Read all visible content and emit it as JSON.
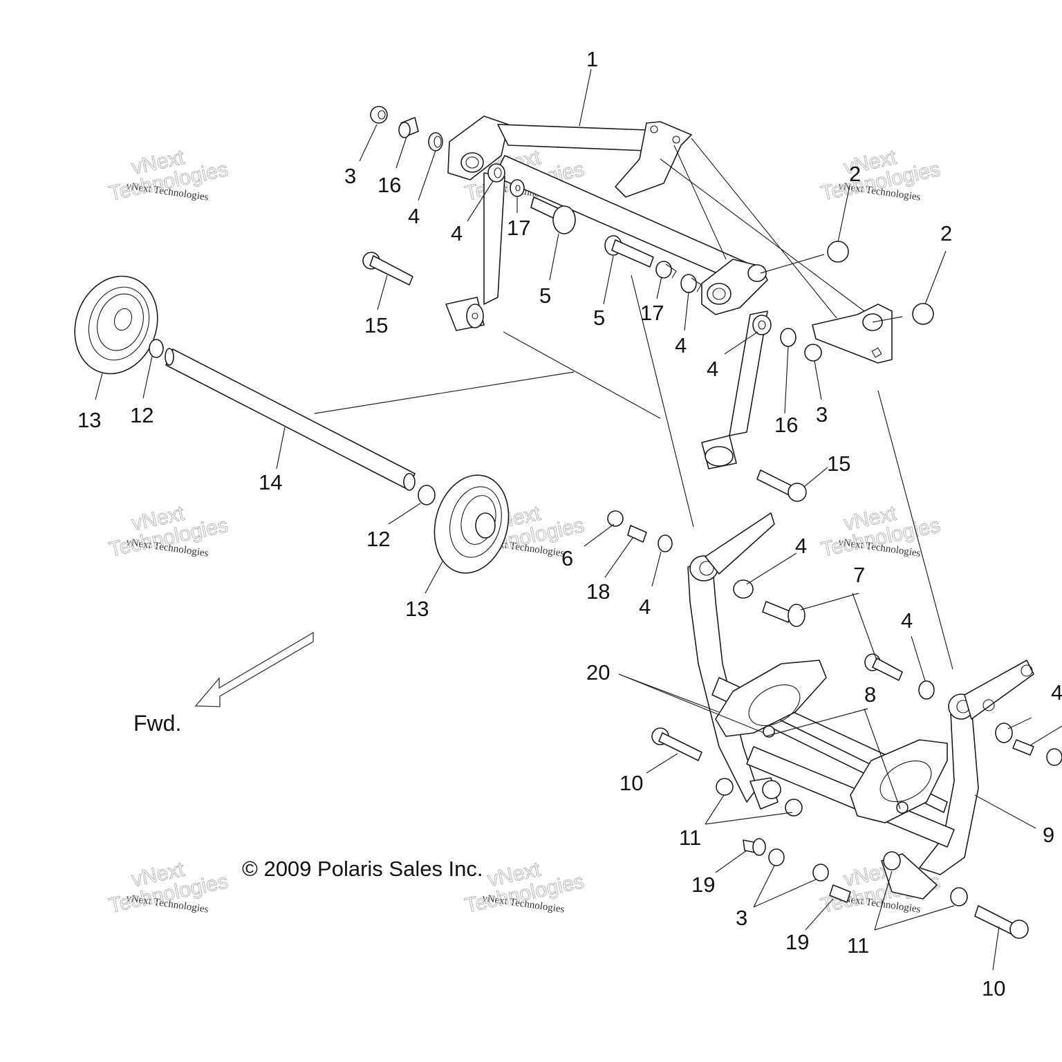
{
  "diagram": {
    "title": "Rear suspension front torque arm exploded view",
    "copyright": "© 2009 Polaris Sales Inc.",
    "direction_label": "Fwd.",
    "watermark": {
      "line_small": "vNext Technologies",
      "line_big_1": "vNext",
      "line_big_2": "Technologies"
    },
    "callouts": [
      {
        "id": "c1",
        "label": "1"
      },
      {
        "id": "c2a",
        "label": "2"
      },
      {
        "id": "c2b",
        "label": "2"
      },
      {
        "id": "c3a",
        "label": "3"
      },
      {
        "id": "c3b",
        "label": "3"
      },
      {
        "id": "c3c",
        "label": "3"
      },
      {
        "id": "c4a",
        "label": "4"
      },
      {
        "id": "c4b",
        "label": "4"
      },
      {
        "id": "c4c",
        "label": "4"
      },
      {
        "id": "c4d",
        "label": "4"
      },
      {
        "id": "c4e",
        "label": "4"
      },
      {
        "id": "c4f",
        "label": "4"
      },
      {
        "id": "c4g",
        "label": "4"
      },
      {
        "id": "c4h",
        "label": "4"
      },
      {
        "id": "c5a",
        "label": "5"
      },
      {
        "id": "c5b",
        "label": "5"
      },
      {
        "id": "c6",
        "label": "6"
      },
      {
        "id": "c7",
        "label": "7"
      },
      {
        "id": "c8",
        "label": "8"
      },
      {
        "id": "c9",
        "label": "9"
      },
      {
        "id": "c10a",
        "label": "10"
      },
      {
        "id": "c10b",
        "label": "10"
      },
      {
        "id": "c11a",
        "label": "11"
      },
      {
        "id": "c11b",
        "label": "11"
      },
      {
        "id": "c12a",
        "label": "12"
      },
      {
        "id": "c12b",
        "label": "12"
      },
      {
        "id": "c13a",
        "label": "13"
      },
      {
        "id": "c13b",
        "label": "13"
      },
      {
        "id": "c14",
        "label": "14"
      },
      {
        "id": "c15a",
        "label": "15"
      },
      {
        "id": "c15b",
        "label": "15"
      },
      {
        "id": "c16a",
        "label": "16"
      },
      {
        "id": "c16b",
        "label": "16"
      },
      {
        "id": "c17a",
        "label": "17"
      },
      {
        "id": "c17b",
        "label": "17"
      },
      {
        "id": "c18",
        "label": "18"
      },
      {
        "id": "c19a",
        "label": "19"
      },
      {
        "id": "c19b",
        "label": "19"
      },
      {
        "id": "c20",
        "label": "20"
      }
    ]
  }
}
